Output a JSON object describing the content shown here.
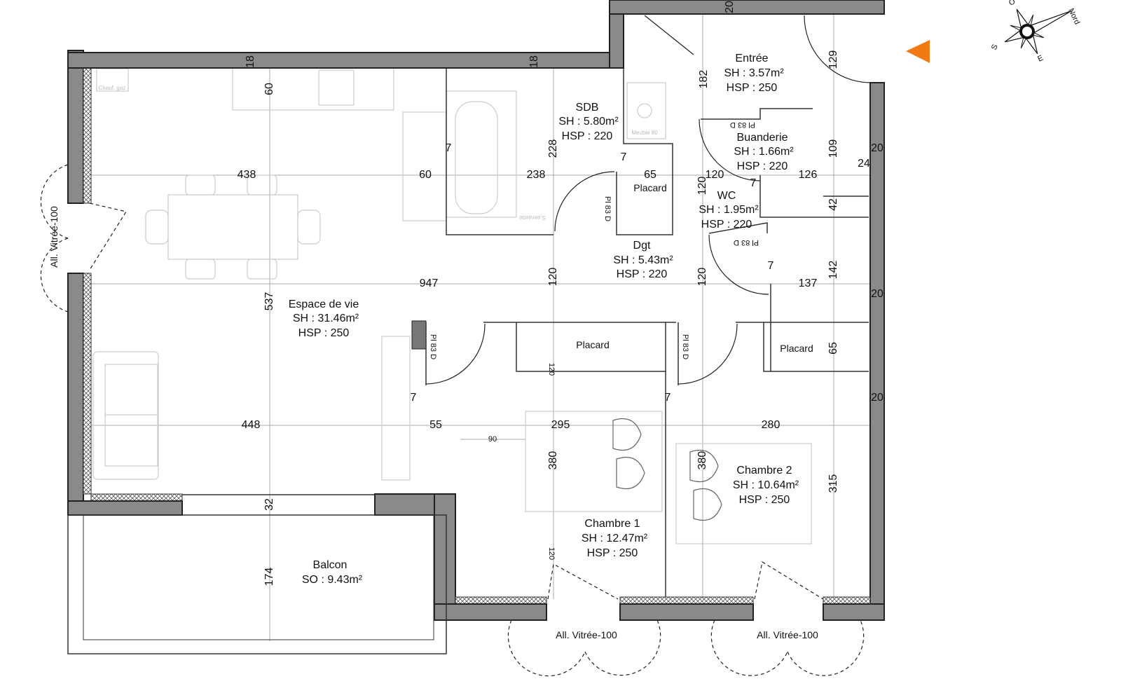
{
  "plan": {
    "rooms": [
      {
        "name": "Entrée",
        "area": "SH : 3.57m²",
        "height": "HSP : 250"
      },
      {
        "name": "SDB",
        "area": "SH : 5.80m²",
        "height": "HSP : 220"
      },
      {
        "name": "Buanderie",
        "area": "SH : 1.66m²",
        "height": "HSP : 220"
      },
      {
        "name": "WC",
        "area": "SH : 1.95m²",
        "height": "HSP : 220"
      },
      {
        "name": "Dgt",
        "area": "SH : 5.43m²",
        "height": "HSP : 220"
      },
      {
        "name": "Espace de vie",
        "area": "SH : 31.46m²",
        "height": "HSP : 250"
      },
      {
        "name": "Chambre 1",
        "area": "SH : 12.47m²",
        "height": "HSP : 250"
      },
      {
        "name": "Chambre 2",
        "area": "SH : 10.64m²",
        "height": "HSP : 250"
      },
      {
        "name": "Balcon",
        "area": "SO : 9.43m²"
      }
    ],
    "placards": [
      "Placard",
      "Placard",
      "Placard"
    ],
    "windows": [
      "All. Vitrée-100",
      "All. Vitrée-100",
      "All. Vitrée-100"
    ],
    "door_labels": [
      "Pl 83 D",
      "Pl 83 D",
      "Pl 83 D",
      "Pl 83 D",
      "Pl 83 D"
    ],
    "fixtures": [
      "Chauf. gaz",
      "S.serviette",
      "Meuble 80"
    ],
    "dimensions": [
      "18",
      "18",
      "60",
      "438",
      "60",
      "238",
      "228",
      "65",
      "120",
      "126",
      "182",
      "129",
      "109",
      "20",
      "24",
      "120",
      "42",
      "7",
      "7",
      "7",
      "7",
      "947",
      "120",
      "120",
      "137",
      "142",
      "20",
      "537",
      "65",
      "20",
      "120",
      "7",
      "7",
      "448",
      "55",
      "90",
      "295",
      "280",
      "380",
      "380",
      "315",
      "32",
      "174",
      "120",
      "20"
    ],
    "compass": {
      "north": "Nord",
      "south": "S",
      "east": "E",
      "west": "O"
    },
    "colors": {
      "wall": "#8a8a8a",
      "entry_marker": "#f07a14"
    }
  }
}
